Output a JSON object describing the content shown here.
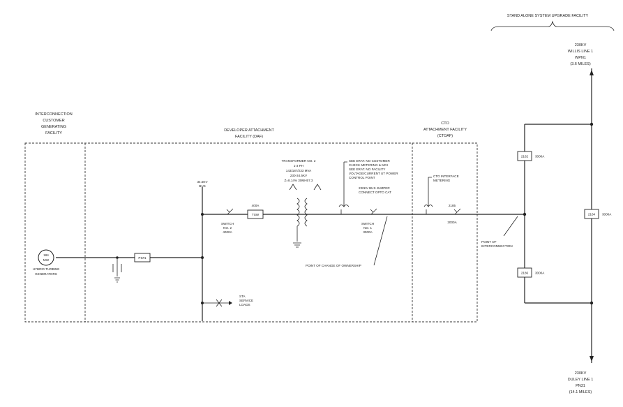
{
  "sections": {
    "upgrade": "STAND ALONE SYSTEM UPGRADE FACILITY",
    "customer": [
      "INTERCONNECTION",
      "CUSTOMER",
      "GENERATING",
      "FACILITY"
    ],
    "daf": [
      "DEVELOPER ATTACHMENT",
      "FACILITY (DAF)"
    ],
    "ctoaf": [
      "CTO",
      "ATTACHMENT FACILITY",
      "(CTOAF)"
    ]
  },
  "lines": {
    "north": [
      "230KV",
      "WILLIS LINE 1",
      "WPN1",
      "(3.6 MILES)"
    ],
    "south": [
      "230KV",
      "DULEY LINE 1",
      "PN31",
      "(14.1 MILES)"
    ]
  },
  "breakers": {
    "b1": {
      "id": "2182",
      "rating": "3000A"
    },
    "b2": {
      "id": "2186",
      "rating": "3000A"
    },
    "b3": {
      "id": "2184",
      "rating": "3000A"
    }
  },
  "generator": {
    "mw": "184",
    "mw_unit": "MW",
    "label": [
      "HYBRID TURBINE",
      "GENERATORS"
    ]
  },
  "breaker_left": "PS#1",
  "bus": [
    "34.5KV",
    "BUS"
  ],
  "switch2": [
    "SWITCH",
    "NO. 2",
    "4000A"
  ],
  "ct_box": {
    "top": "400A",
    "label": "TSW"
  },
  "transformer": [
    "TRANSFORMER NO. 2",
    "1-3 PH",
    "143/187/233 MVA",
    "230-34.5KV",
    "Z=8.14% 30MH57.3"
  ],
  "metering": [
    "SEE ERAT. NO CUSTOMER",
    "CHECK METERING & MGI",
    "SEE ERAT. NO FACILITY",
    "VOLTAGE/CURRENT UT POWER",
    "CONTROL POINT"
  ],
  "bus_jumper": [
    "230KV BUS JUMPER",
    "CONNECT OPTO CAT"
  ],
  "switch1": [
    "SWITCH",
    "NO. 1",
    "3000A"
  ],
  "change_ownership": "POINT OF CHANGE OF OWNERSHIP",
  "cto_interface": [
    "CTO INTERFACE",
    "METERING"
  ],
  "switch_cto": [
    "2185",
    "2000A"
  ],
  "poi": [
    "POINT OF",
    "INTERCONNECTION"
  ],
  "station_service": [
    "STA",
    "SERVICE",
    "LOADS"
  ]
}
